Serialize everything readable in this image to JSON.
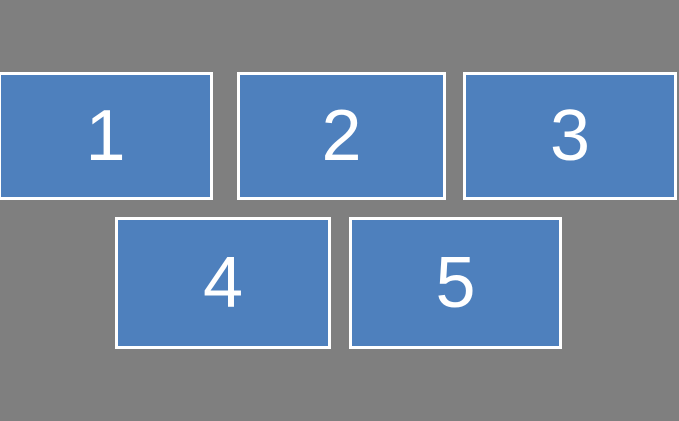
{
  "scene": {
    "background_color": "#7F7F7F",
    "box_fill_color": "#4E80BD",
    "box_border_color": "#FFFFFF",
    "number_color": "#FFFFFF"
  },
  "boxes": [
    {
      "label": "1"
    },
    {
      "label": "2"
    },
    {
      "label": "3"
    },
    {
      "label": "4"
    },
    {
      "label": "5"
    }
  ]
}
